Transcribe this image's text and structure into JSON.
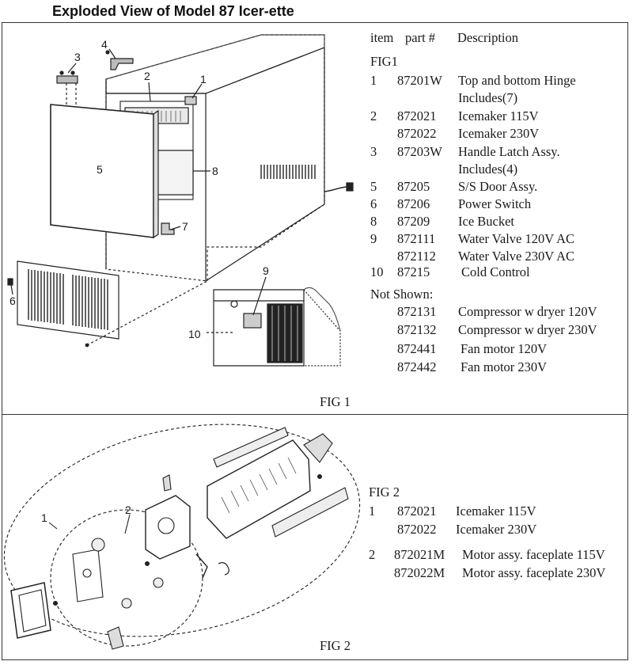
{
  "title": "Exploded View of Model 87 Icer-ette",
  "fig1": {
    "caption": "FIG 1",
    "table_header": {
      "item": "item",
      "part": "part #",
      "description": "Description"
    },
    "section_label": "FIG1",
    "rows": [
      {
        "item": "1",
        "part": "87201W",
        "desc": "Top and bottom Hinge"
      },
      {
        "item": "",
        "part": "",
        "desc": "Includes(7)"
      },
      {
        "item": "2",
        "part": "872021",
        "desc": "Icemaker 115V"
      },
      {
        "item": "",
        "part": "872022",
        "desc": "Icemaker 230V"
      },
      {
        "item": "3",
        "part": "87203W",
        "desc": "Handle Latch Assy."
      },
      {
        "item": "",
        "part": "",
        "desc": "Includes(4)"
      },
      {
        "item": "5",
        "part": "87205",
        "desc": "S/S Door Assy."
      },
      {
        "item": "6",
        "part": "87206",
        "desc": "Power Switch"
      },
      {
        "item": "8",
        "part": "87209",
        "desc": "Ice Bucket"
      },
      {
        "item": "9",
        "part": "872111",
        "desc": "Water Valve 120V AC"
      },
      {
        "item": "",
        "part": "872112",
        "desc": "Water Valve 230V AC"
      },
      {
        "item": "10",
        "part": "87215",
        "desc": "Cold Control"
      }
    ],
    "not_shown_label": "Not Shown:",
    "not_shown": [
      {
        "part": "872131",
        "desc": "Compressor w dryer 120V"
      },
      {
        "part": "872132",
        "desc": "Compressor w dryer 230V"
      },
      {
        "part": "872441",
        "desc": "Fan motor 120V"
      },
      {
        "part": "872442",
        "desc": "Fan motor 230V"
      }
    ],
    "callouts": [
      "1",
      "2",
      "3",
      "4",
      "5",
      "6",
      "7",
      "8",
      "9",
      "10"
    ]
  },
  "fig2": {
    "caption": "FIG 2",
    "section_label": "FIG 2",
    "rows": [
      {
        "item": "1",
        "part": "872021",
        "desc": "Icemaker 115V"
      },
      {
        "item": "",
        "part": "872022",
        "desc": "Icemaker 230V"
      },
      {
        "item": "2",
        "part": "872021M",
        "desc": "Motor assy. faceplate 115V"
      },
      {
        "item": "",
        "part": "872022M",
        "desc": "Motor assy. faceplate 230V"
      }
    ],
    "callouts": [
      "1",
      "2"
    ]
  }
}
